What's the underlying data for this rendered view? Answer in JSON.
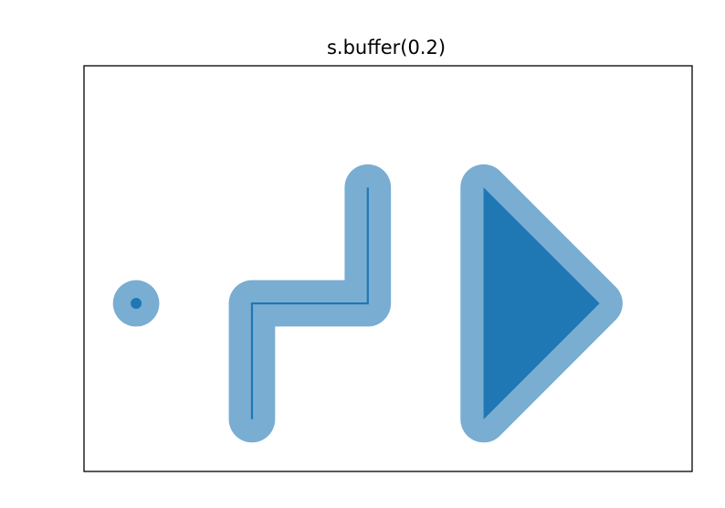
{
  "chart_data": {
    "type": "geometry",
    "title": "s.buffer(0.2)",
    "xlabel": "",
    "ylabel": "",
    "axis_ticks": false,
    "grid": false,
    "xlim": [
      -0.45,
      4.8
    ],
    "ylim": [
      -0.45,
      3.05
    ],
    "buffer_distance": 0.2,
    "colors": {
      "buffer": "#1f77b4",
      "buffer_opacity": 0.6,
      "geometry": "#1f77b4",
      "frame": "#000000"
    },
    "geometries": [
      {
        "kind": "point",
        "coords": [
          [
            0,
            1
          ]
        ]
      },
      {
        "kind": "line",
        "coords": [
          [
            1,
            0
          ],
          [
            1,
            1
          ],
          [
            2,
            1
          ],
          [
            2,
            2
          ]
        ]
      },
      {
        "kind": "polygon",
        "coords": [
          [
            3,
            0
          ],
          [
            4,
            1
          ],
          [
            3,
            2
          ]
        ]
      }
    ]
  }
}
